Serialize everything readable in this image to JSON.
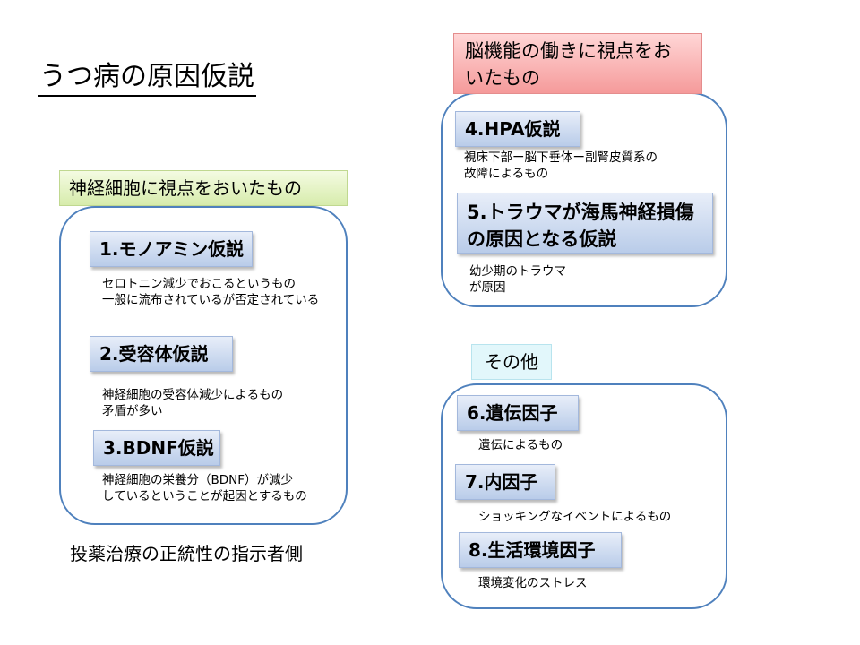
{
  "title": "うつ病の原因仮説",
  "left_group": {
    "label": "神経細胞に視点をおいたもの",
    "items": [
      {
        "heading": "1.モノアミン仮説",
        "desc": [
          "セロトニン減少でおこるというもの",
          "一般に流布されているが否定されている"
        ]
      },
      {
        "heading": "2.受容体仮説",
        "desc": [
          "神経細胞の受容体減少によるもの",
          "矛盾が多い"
        ]
      },
      {
        "heading": "3.BDNF仮説",
        "desc": [
          "神経細胞の栄養分（BDNF）が減少",
          "しているということが起因とするもの"
        ]
      }
    ],
    "footer": "投薬治療の正統性の指示者側"
  },
  "right_top_group": {
    "label": [
      "脳機能の働きに視点をお",
      "いたもの"
    ],
    "items": [
      {
        "heading": "4.HPA仮説",
        "desc": [
          "視床下部ー脳下垂体ー副腎皮質系の",
          "故障によるもの"
        ]
      },
      {
        "heading": [
          "5.トラウマが海馬神経損傷",
          "の原因となる仮説"
        ],
        "desc": [
          "幼少期のトラウマ",
          "が原因"
        ]
      }
    ]
  },
  "right_bottom_group": {
    "label": "その他",
    "items": [
      {
        "heading": "6.遺伝因子",
        "desc": [
          "遺伝によるもの"
        ]
      },
      {
        "heading": "7.内因子",
        "desc": [
          "ショッキングなイベントによるもの"
        ]
      },
      {
        "heading": "8.生活環境因子",
        "desc": [
          "環境変化のストレス"
        ]
      }
    ]
  },
  "colors": {
    "group_border": "#4f81bd",
    "heading_fill": "#b9cce9",
    "label_green": "#d7ecac",
    "label_pink": "#f59a9a",
    "label_cyan": "#e2f7fb"
  }
}
